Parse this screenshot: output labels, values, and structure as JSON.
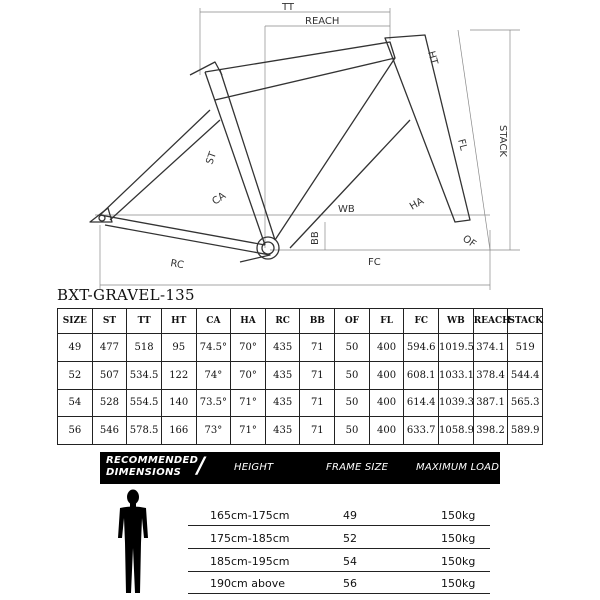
{
  "diagram": {
    "labels": {
      "tt": "TT",
      "reach": "REACH",
      "ht": "HT",
      "stack": "STACK",
      "fl": "FL",
      "st": "ST",
      "ca": "CA",
      "ha": "HA",
      "wb": "WB",
      "bb": "BB",
      "of": "OF",
      "rc": "RC",
      "fc": "FC"
    }
  },
  "model": "BXT-GRAVEL-135",
  "geometry": {
    "headers": [
      "SIZE",
      "ST",
      "TT",
      "HT",
      "CA",
      "HA",
      "RC",
      "BB",
      "OF",
      "FL",
      "FC",
      "WB",
      "REACH",
      "STACK"
    ],
    "rows": [
      [
        "49",
        "477",
        "518",
        "95",
        "74.5°",
        "70°",
        "435",
        "71",
        "50",
        "400",
        "594.6",
        "1019.5",
        "374.1",
        "519"
      ],
      [
        "52",
        "507",
        "534.5",
        "122",
        "74°",
        "70°",
        "435",
        "71",
        "50",
        "400",
        "608.1",
        "1033.1",
        "378.4",
        "544.4"
      ],
      [
        "54",
        "528",
        "554.5",
        "140",
        "73.5°",
        "71°",
        "435",
        "71",
        "50",
        "400",
        "614.4",
        "1039.3",
        "387.1",
        "565.3"
      ],
      [
        "56",
        "546",
        "578.5",
        "166",
        "73°",
        "71°",
        "435",
        "71",
        "50",
        "400",
        "633.7",
        "1058.9",
        "398.2",
        "589.9"
      ]
    ]
  },
  "recommended": {
    "title_line1": "RECOMMENDED",
    "title_line2": "DIMENSIONS",
    "col_height": "HEIGHT",
    "col_frame": "FRAME SIZE",
    "col_load": "MAXIMUM LOAD",
    "rows": [
      {
        "height": "165cm-175cm",
        "size": "49",
        "load": "150kg"
      },
      {
        "height": "175cm-185cm",
        "size": "52",
        "load": "150kg"
      },
      {
        "height": "185cm-195cm",
        "size": "54",
        "load": "150kg"
      },
      {
        "height": "190cm above",
        "size": "56",
        "load": "150kg"
      }
    ]
  }
}
